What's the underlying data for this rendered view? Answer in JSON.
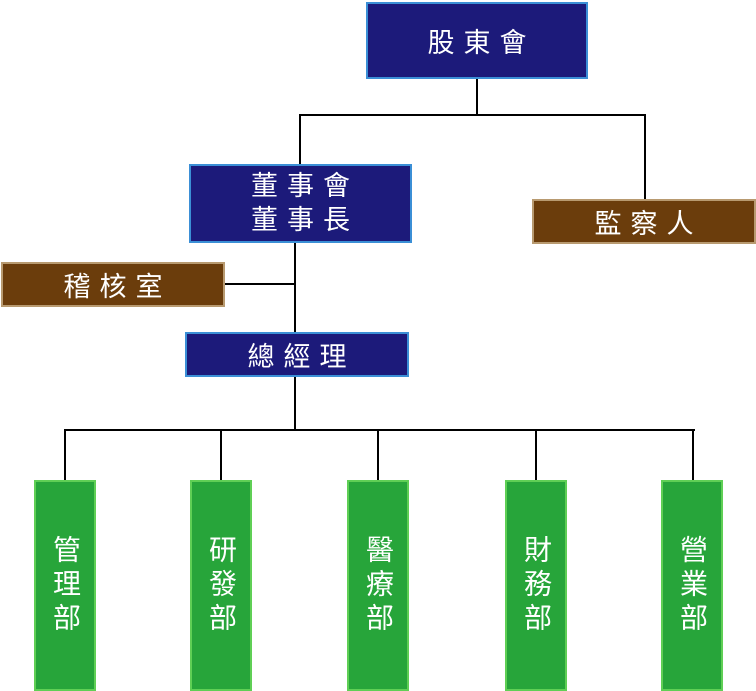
{
  "org": {
    "shareholders": "股東會",
    "board_line1": "董事會",
    "board_line2": "董事長",
    "supervisor": "監察人",
    "audit": "稽核室",
    "gm": "總經理",
    "departments": [
      "管理部",
      "研發部",
      "醫療部",
      "財務部",
      "營業部"
    ]
  },
  "colors": {
    "navy_fill": "#1c1a7a",
    "navy_border": "#3b8fd6",
    "brown_fill": "#6b3d0c",
    "green_fill": "#27a53a",
    "line": "#000000",
    "text": "#ffffff"
  }
}
